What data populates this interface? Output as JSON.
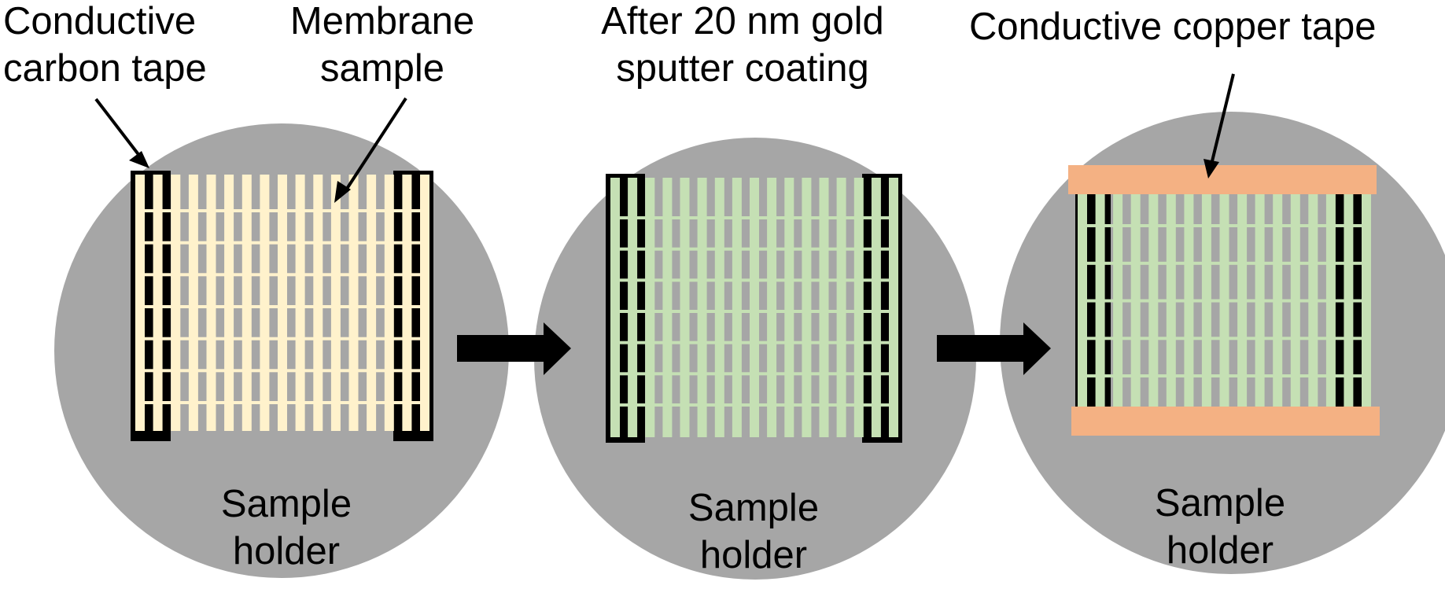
{
  "labels": {
    "carbon_tape_line1": "Conductive",
    "carbon_tape_line2": "carbon tape",
    "membrane_line1": "Membrane",
    "membrane_line2": "sample",
    "gold_line1": "After 20 nm gold",
    "gold_line2": "sputter coating",
    "copper_tape": "Conductive copper tape",
    "holder_line1": "Sample",
    "holder_line2": "holder"
  },
  "colors": {
    "holder": "#a6a6a6",
    "membrane": "#fff2cc",
    "gold_coated": "#c5e0b4",
    "copper_tape": "#f4b183",
    "carbon_tape": "#000000",
    "arrow": "#000000"
  },
  "icons": {
    "arrow_1": "right-arrow",
    "arrow_2": "right-arrow"
  }
}
